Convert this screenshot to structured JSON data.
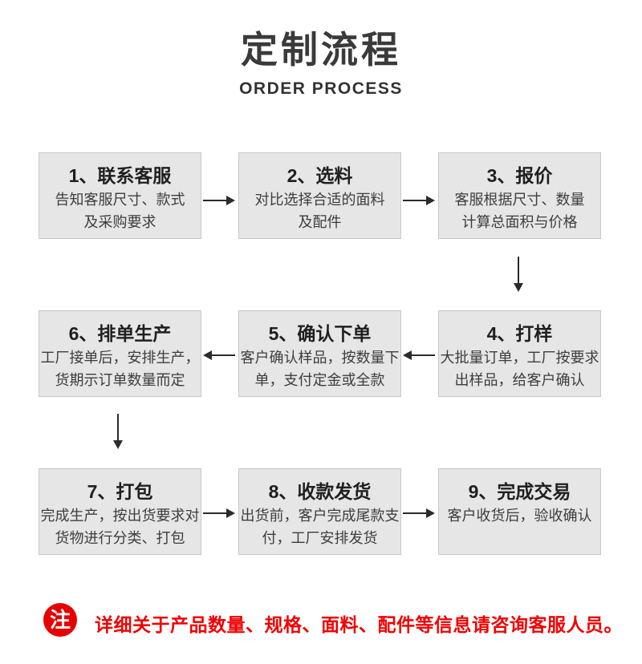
{
  "header": {
    "title": "定制流程",
    "subtitle": "ORDER PROCESS"
  },
  "steps": [
    {
      "title": "1、联系客服",
      "line1": "告知客服尺寸、款式",
      "line2": "及采购要求"
    },
    {
      "title": "2、选料",
      "line1": "对比选择合适的面料",
      "line2": "及配件"
    },
    {
      "title": "3、报价",
      "line1": "客服根据尺寸、数量",
      "line2": "计算总面积与价格"
    },
    {
      "title": "4、打样",
      "line1": "大批量订单，工厂按要求",
      "line2": "出样品，给客户确认"
    },
    {
      "title": "5、确认下单",
      "line1": "客户确认样品，按数量下",
      "line2": "单，支付定金或全款"
    },
    {
      "title": "6、排单生产",
      "line1": "工厂接单后，安排生产，",
      "line2": "货期示订单数量而定"
    },
    {
      "title": "7、打包",
      "line1": "完成生产，按出货要求对",
      "line2": "货物进行分类、打包"
    },
    {
      "title": "8、收款发货",
      "line1": "出货前，客户完成尾款支",
      "line2": "付，工厂安排发货"
    },
    {
      "title": "9、完成交易",
      "line1": "客户收货后，验收确认",
      "line2": ""
    }
  ],
  "note": {
    "badge": "注",
    "text": "详细关于产品数量、规格、面料、配件等信息请咨询客服人员。"
  },
  "icons": {
    "arrow-right": "→",
    "arrow-left": "←",
    "arrow-down": "↓"
  },
  "colors": {
    "accent-red": "#f10000",
    "badge-red": "#e60000",
    "box-bg": "#e6e6e6",
    "box-border": "#c8c8c8",
    "arrow-dark": "#2b2b2b",
    "title-dark": "#3a3a3a",
    "text-dark": "#333333"
  }
}
